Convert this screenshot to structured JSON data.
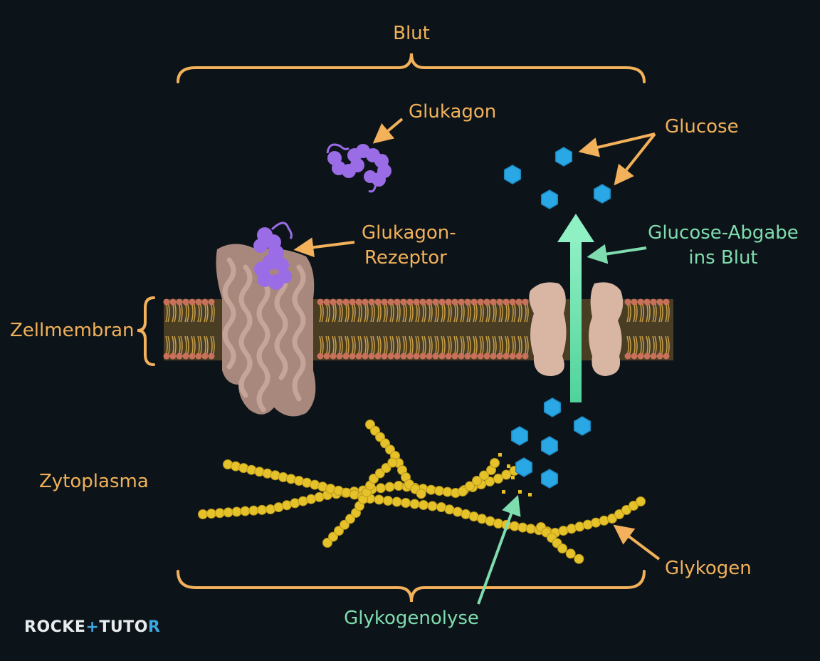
{
  "labels": {
    "blood": "Blut",
    "glucagon": "Glukagon",
    "glucose": "Glucose",
    "receptor_line1": "Glukagon-",
    "receptor_line2": "Rezeptor",
    "release_line1": "Glucose-Abgabe",
    "release_line2": "ins Blut",
    "membrane": "Zellmembran",
    "cytoplasm": "Zytoplasma",
    "glycogen": "Glykogen",
    "glycogenolysis": "Glykogenolyse"
  },
  "logo": {
    "part1": "ROCKE",
    "plus": "+",
    "part2": "TUTO",
    "mark": "R"
  },
  "colors": {
    "label_orange": "#f2b15a",
    "label_green": "#7fdcae",
    "background": "#0d1419",
    "glucose_blue": "#2aa8e6",
    "glucagon_purple": "#9a6ce6",
    "glycogen_yellow": "#e6c22a",
    "membrane_head": "#c9705a",
    "membrane_tail": "#c9a04a",
    "protein_beige": "#d9b6a4"
  }
}
